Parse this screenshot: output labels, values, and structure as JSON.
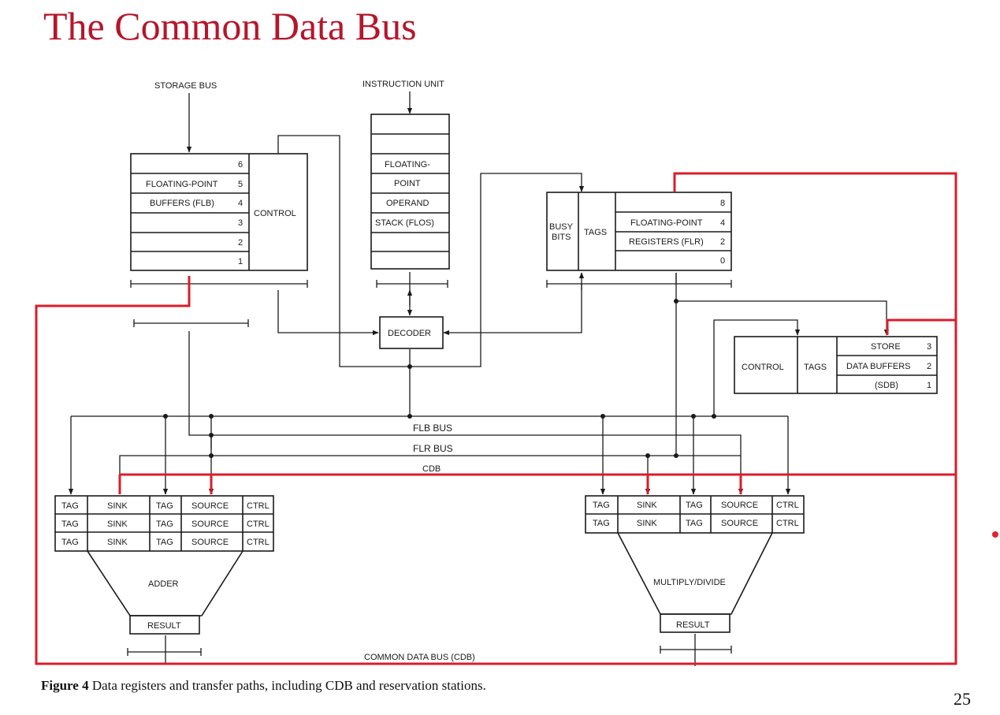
{
  "title": "The Common Data Bus",
  "labels": {
    "storage_bus": "STORAGE BUS",
    "instruction_unit": "INSTRUCTION UNIT",
    "flb_numbers": [
      "6",
      "5",
      "4",
      "3",
      "2",
      "1"
    ],
    "flb_name_1": "FLOATING-POINT",
    "flb_name_2": "BUFFERS (FLB)",
    "flb_control": "CONTROL",
    "flos_1": "FLOATING-",
    "flos_2": "POINT",
    "flos_3": "OPERAND",
    "flos_4": "STACK (FLOS)",
    "busy_1": "BUSY",
    "busy_2": "BITS",
    "flr_tags": "TAGS",
    "flr_numbers": [
      "8",
      "4",
      "2",
      "0"
    ],
    "flr_name_1": "FLOATING-POINT",
    "flr_name_2": "REGISTERS (FLR)",
    "decoder": "DECODER",
    "sdb_control": "CONTROL",
    "sdb_tags": "TAGS",
    "sdb_name_1": "STORE",
    "sdb_name_2": "DATA BUFFERS",
    "sdb_name_3": "(SDB)",
    "sdb_numbers": [
      "3",
      "2",
      "1"
    ],
    "flb_bus": "FLB BUS",
    "flr_bus": "FLR BUS",
    "cdb": "CDB",
    "rs_cols": [
      "TAG",
      "SINK",
      "TAG",
      "SOURCE",
      "CTRL"
    ],
    "adder": "ADDER",
    "multiply_divide": "MULTIPLY/DIVIDE",
    "result": "RESULT",
    "common_data_bus": "COMMON DATA BUS (CDB)"
  },
  "caption": {
    "figure": "Figure 4",
    "text": "Data registers and transfer paths, including CDB and reservation stations."
  },
  "page_number": "25",
  "colors": {
    "title": "#b5162b",
    "highlight": "#d91e2a",
    "line": "#1a1a1a"
  }
}
